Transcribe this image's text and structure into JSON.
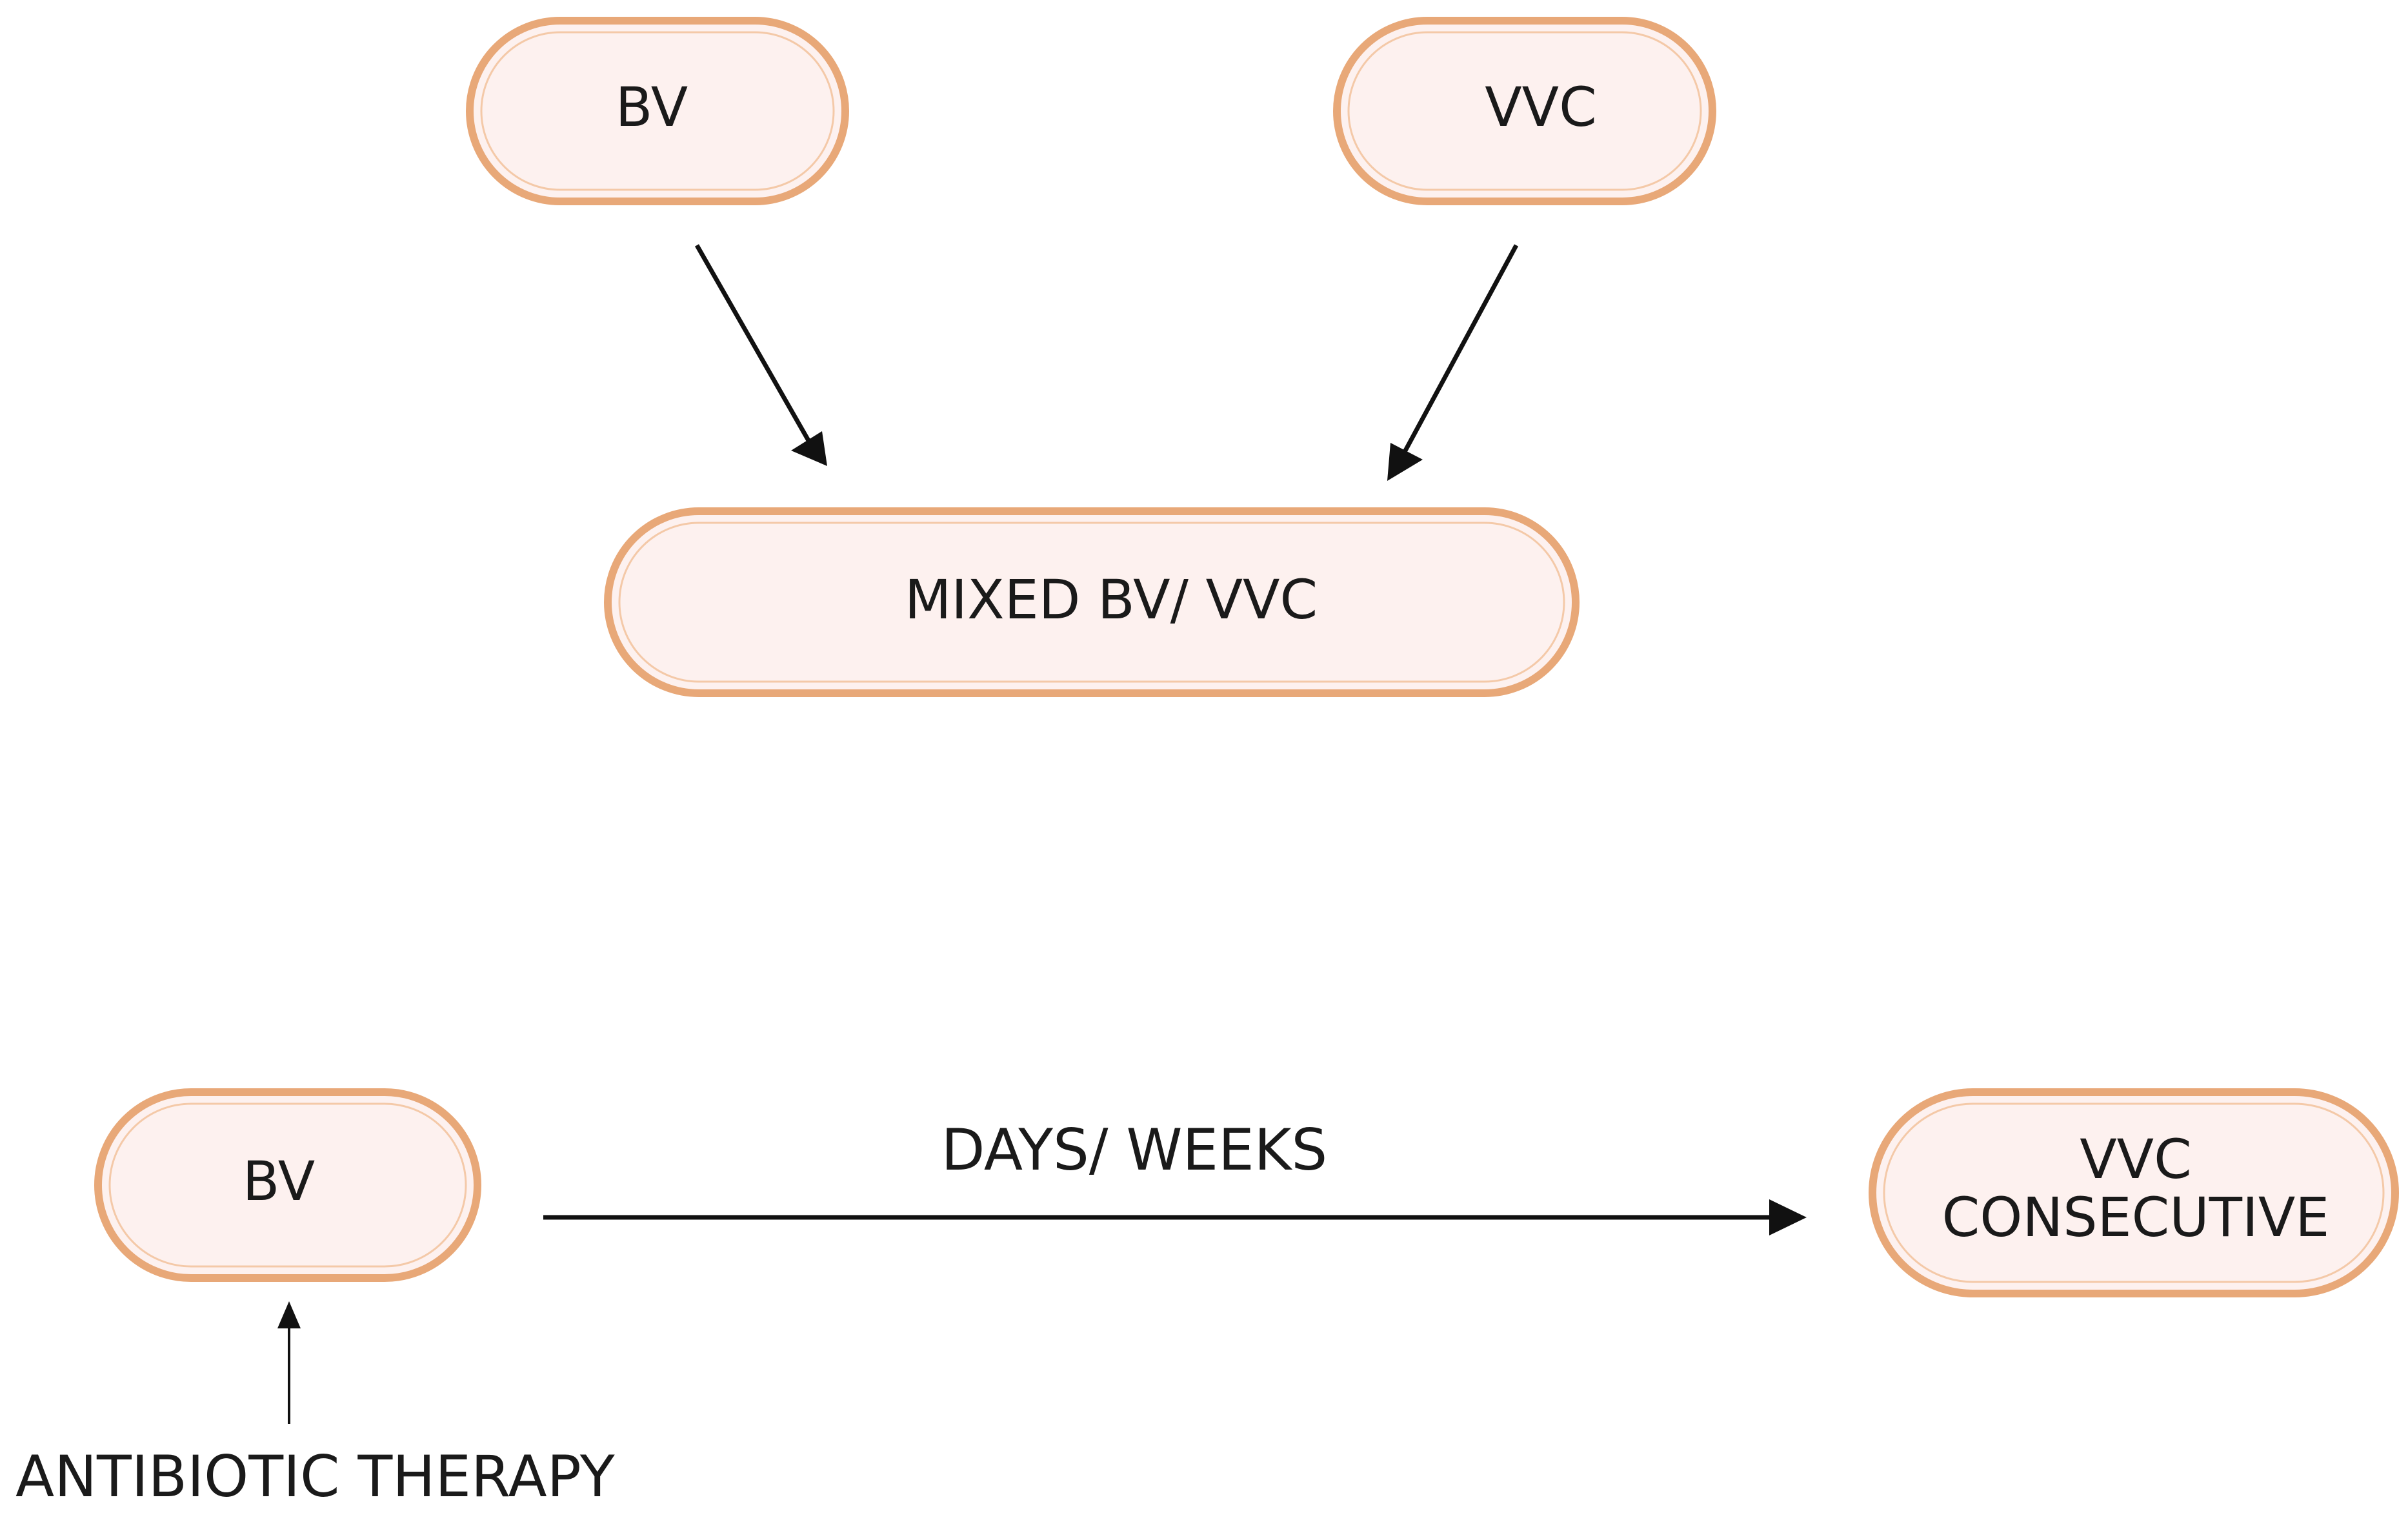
{
  "diagram": {
    "nodes": {
      "bv_top": {
        "label": "BV"
      },
      "vvc_top": {
        "label": "VVC"
      },
      "mixed": {
        "label": "MIXED BV/ VVC"
      },
      "bv_bottom": {
        "label": "BV"
      },
      "vvc_consecutive": {
        "line1": "VVC",
        "line2": "CONSECUTIVE"
      }
    },
    "edges": {
      "bv_to_mixed": {
        "from": "BV",
        "to": "MIXED BV/ VVC"
      },
      "vvc_to_mixed": {
        "from": "VVC",
        "to": "MIXED BV/ VVC"
      },
      "bv_to_vvc_consecutive": {
        "from": "BV",
        "to": "VVC CONSECUTIVE",
        "label": "DAYS/ WEEKS"
      },
      "therapy_to_bv": {
        "from": "ANTIBIOTIC THERAPY",
        "to": "BV"
      }
    },
    "annotations": {
      "antibiotic_therapy": "ANTIBIOTIC THERAPY"
    },
    "colors": {
      "node_fill": "#fdf1ef",
      "node_border": "#e8a878",
      "arrow": "#111111",
      "text": "#1a1a1a"
    }
  }
}
